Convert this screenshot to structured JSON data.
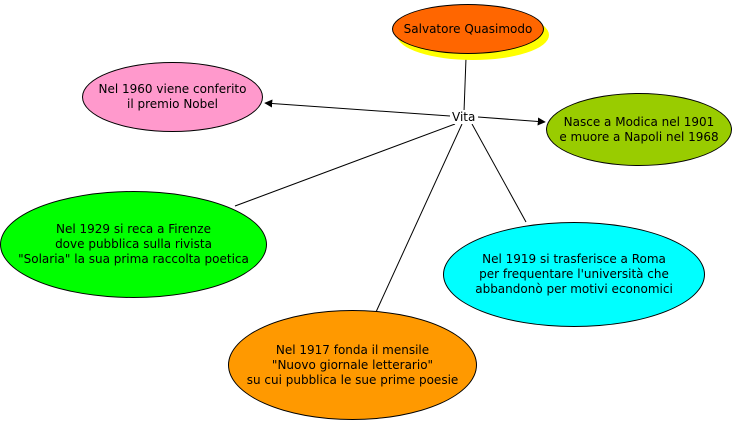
{
  "diagram": {
    "title": "Salvatore Quasimodo",
    "hub": "Vita",
    "nodes": [
      {
        "id": "title",
        "text": "Salvatore Quasimodo",
        "fill": "#ff6600"
      },
      {
        "id": "nobel",
        "text": "Nel 1960 viene conferito\nil premio Nobel",
        "fill": "#ff99cc"
      },
      {
        "id": "nascita",
        "text": "Nasce a Modica nel 1901\ne muore a Napoli nel 1968",
        "fill": "#99cc00"
      },
      {
        "id": "firenze",
        "text": "Nel 1929 si reca a Firenze\ndove pubblica sulla rivista\n\"Solaria\" la sua prima raccolta poetica",
        "fill": "#00ff00"
      },
      {
        "id": "roma",
        "text": "Nel 1919 si trasferisce a Roma\nper frequentare l'università che\nabbandonò per motivi economici",
        "fill": "#00ffff"
      },
      {
        "id": "giornale",
        "text": "Nel 1917 fonda il mensile\n\"Nuovo giornale letterario\"\nsu cui pubblica le sue prime poesie",
        "fill": "#ff9900"
      }
    ],
    "shadow_color": "#ffff00"
  }
}
